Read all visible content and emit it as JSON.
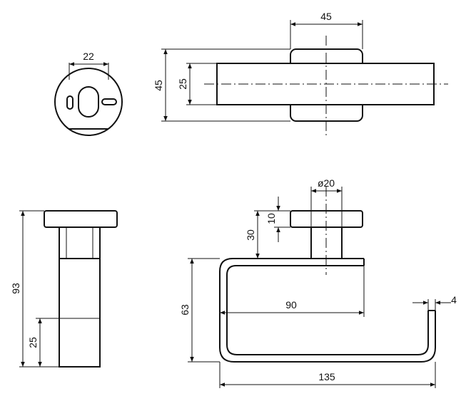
{
  "dimensions": {
    "top_left_width": "22",
    "top_right_width": "45",
    "top_right_height_outer": "45",
    "top_right_height_inner": "25",
    "front_diameter": "ø20",
    "front_base_thickness": "10",
    "front_offset": "30",
    "front_height": "63",
    "front_inner_width": "90",
    "front_total_width": "135",
    "front_tip": "4",
    "side_height": "93",
    "side_bottom": "25"
  }
}
